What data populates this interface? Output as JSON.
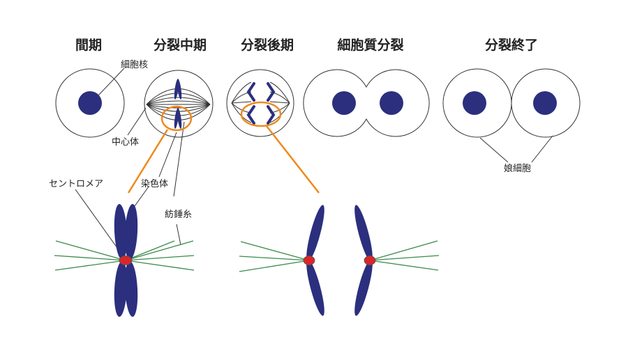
{
  "titles": {
    "interphase": "間期",
    "metaphase": "分裂中期",
    "anaphase": "分裂後期",
    "cytokinesis": "細胞質分裂",
    "telophase": "分裂終了"
  },
  "labels": {
    "nucleus": "細胞核",
    "centrosome": "中心体",
    "centromere": "セントロメア",
    "chromosome": "染色体",
    "spindle": "紡錘糸",
    "daughter_cells": "娘細胞"
  },
  "colors": {
    "chromosome": "#2b2f7e",
    "centromere": "#d9262b",
    "spindle": "#3b8a4a",
    "highlight": "#ee8a1e",
    "outline": "#333333"
  }
}
